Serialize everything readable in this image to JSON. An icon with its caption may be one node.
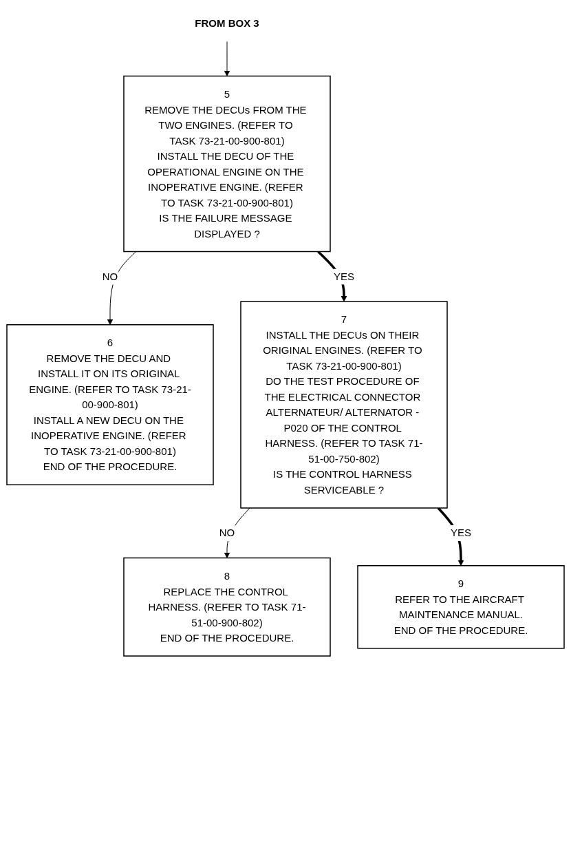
{
  "diagram": {
    "nodes": [
      {
        "text": [
          "FROM BOX 3"
        ]
      },
      {
        "text": [
          "5",
          "REMOVE THE DECUs FROM THE TWO ENGINES. (REFER TO TASK 73-21-00-900-801)",
          "INSTALL THE DECU OF THE OPERATIONAL ENGINE ON THE INOPERATIVE ENGINE. (REFER TO TASK 73-21-00-900-801)",
          "IS THE FAILURE MESSAGE DISPLAYED ?"
        ]
      },
      {
        "text": [
          "6",
          "REMOVE THE DECU AND INSTALL IT ON ITS ORIGINAL ENGINE. (REFER TO TASK 73-21-00-900-801)",
          "INSTALL A NEW DECU ON THE INOPERATIVE ENGINE. (REFER TO TASK 73-21-00-900-801)",
          "END OF THE PROCEDURE."
        ]
      },
      {
        "text": [
          "7",
          "INSTALL THE DECUs ON THEIR ORIGINAL ENGINES. (REFER TO TASK 73-21-00-900-801)",
          "DO THE TEST PROCEDURE OF THE ELECTRICAL CONNECTOR ALTERNATEUR/ ALTERNATOR - P020 OF THE CONTROL HARNESS. (REFER TO TASK 71-51-00-750-802)",
          "IS THE CONTROL HARNESS SERVICEABLE ?"
        ]
      },
      {
        "text": [
          "8",
          "REPLACE THE CONTROL HARNESS. (REFER TO TASK 71-51-00-900-802)",
          "END OF THE PROCEDURE."
        ]
      },
      {
        "text": [
          "9",
          "REFER TO THE AIRCRAFT MAINTENANCE MANUAL.",
          "END OF THE PROCEDURE."
        ]
      }
    ],
    "edges": [
      {
        "from": 0,
        "to": 1,
        "arrow": "to"
      },
      {
        "from": 1,
        "to": 2,
        "arrow": "to",
        "label": "NO"
      },
      {
        "from": 1,
        "to": 3,
        "arrow": "to",
        "label": "YES",
        "style": "thick"
      },
      {
        "from": 3,
        "to": 4,
        "arrow": "to",
        "label": "NO"
      },
      {
        "from": 3,
        "to": 5,
        "arrow": "to",
        "label": "YES",
        "style": "thick"
      }
    ]
  }
}
